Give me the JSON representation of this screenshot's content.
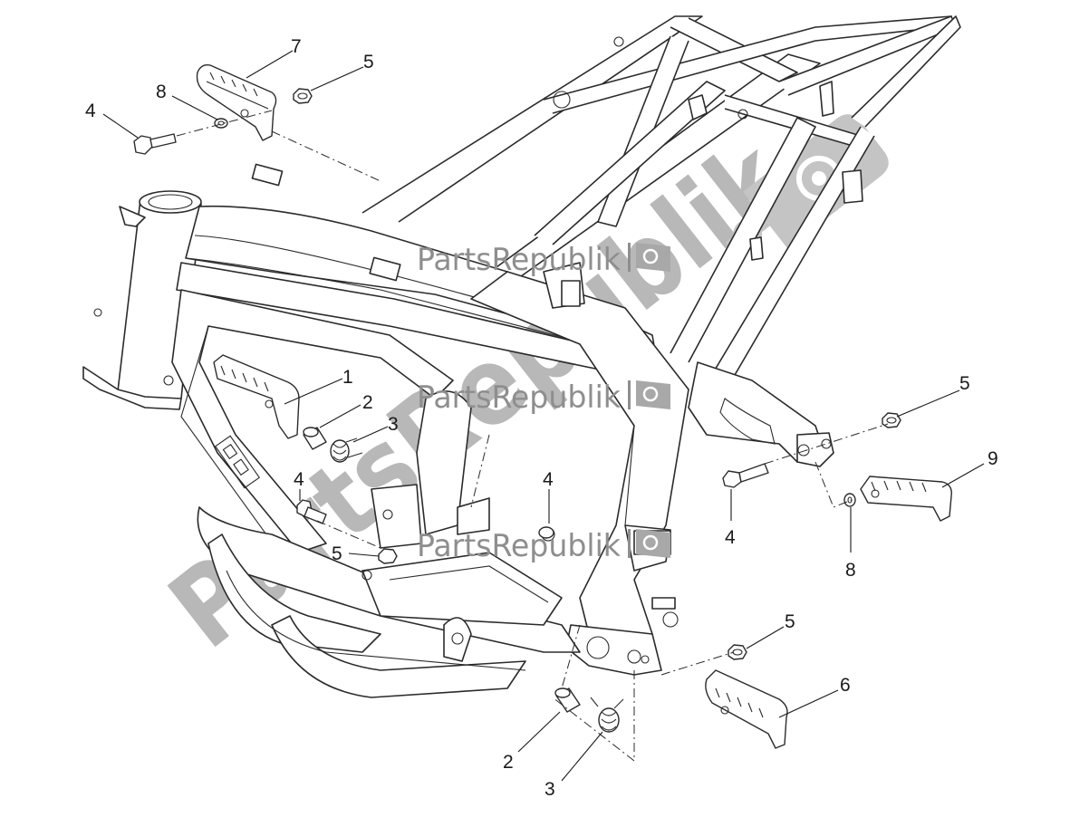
{
  "watermark": {
    "brand": "PartsRepublik",
    "large_text": "PartsRepublik"
  },
  "callouts": [
    {
      "id": "c7a",
      "label": "7"
    },
    {
      "id": "c5a",
      "label": "5"
    },
    {
      "id": "c8a",
      "label": "8"
    },
    {
      "id": "c4a",
      "label": "4"
    },
    {
      "id": "c1",
      "label": "1"
    },
    {
      "id": "c2a",
      "label": "2"
    },
    {
      "id": "c3a",
      "label": "3"
    },
    {
      "id": "c4b",
      "label": "4"
    },
    {
      "id": "c4c",
      "label": "4"
    },
    {
      "id": "c5b",
      "label": "5"
    },
    {
      "id": "c5c",
      "label": "5"
    },
    {
      "id": "c9",
      "label": "9"
    },
    {
      "id": "c4d",
      "label": "4"
    },
    {
      "id": "c8b",
      "label": "8"
    },
    {
      "id": "c5d",
      "label": "5"
    },
    {
      "id": "c6",
      "label": "6"
    },
    {
      "id": "c2b",
      "label": "2"
    },
    {
      "id": "c3b",
      "label": "3"
    }
  ],
  "colors": {
    "line": "#2b2b2b",
    "watermark": "#b8b8b8",
    "background": "#ffffff"
  }
}
